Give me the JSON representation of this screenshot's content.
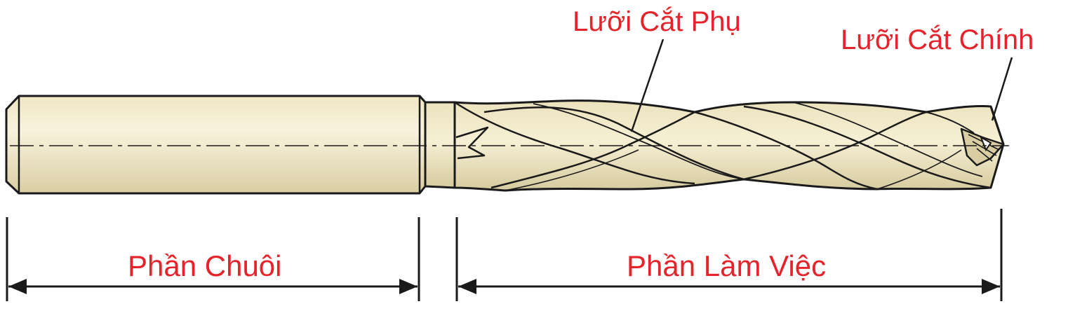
{
  "labels": {
    "secondary_cutting_edge": "Lưỡi Cắt Phụ",
    "main_cutting_edge": "Lưỡi Cắt Chính",
    "shank_section": "Phần Chuôi",
    "working_section": "Phần Làm Việc"
  },
  "colors": {
    "body_fill": "#ede5c4",
    "body_highlight": "#f8f2dc",
    "body_shadow": "#d8cda3",
    "outline": "#1a1a1a",
    "label_text": "#e6232b"
  }
}
